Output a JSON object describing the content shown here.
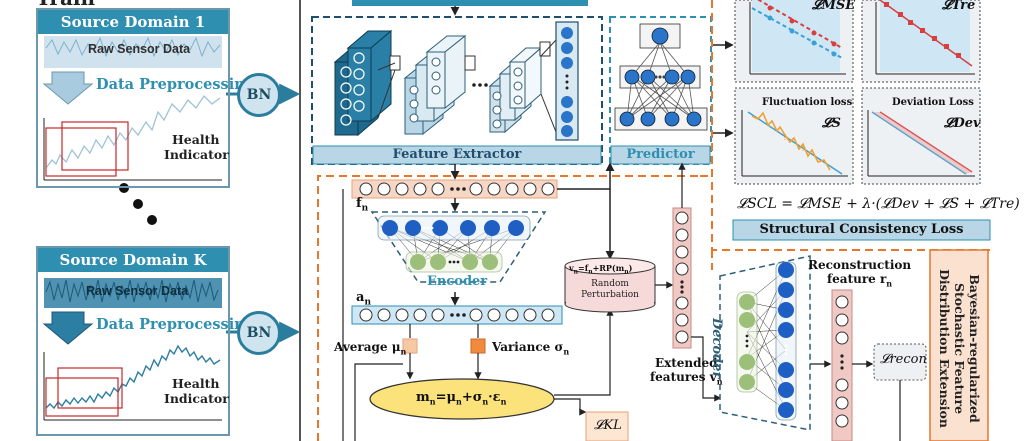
{
  "header_fragment": "Train",
  "source_domain_1": {
    "title": "Source Domain 1",
    "raw_label": "Raw Sensor Data",
    "preprocess_label": "Data Preprocessing",
    "health_label_line1": "Health",
    "health_label_line2": "Indicator"
  },
  "source_domain_k": {
    "title": "Source Domain K",
    "raw_label": "Raw Sensor Data",
    "preprocess_label": "Data Preprocessing",
    "health_label_line1": "Health",
    "health_label_line2": "Indicator"
  },
  "bn_label": "BN",
  "feature_extractor_label": "Feature Extractor",
  "predictor_label": "Predictor",
  "losses": {
    "mse": "𝓛MSE",
    "tre": "𝓛Tre",
    "fluctuation_title": "Fluctuation loss",
    "fluctuation_symbol": "𝓛S",
    "deviation_title": "Deviation Loss",
    "deviation_symbol": "𝓛Dev",
    "scl_formula": "𝓛SCL = 𝓛MSE + λ·(𝓛Dev + 𝓛S + 𝓛Tre)",
    "structural_label": "Structural Consistency  Loss"
  },
  "vae": {
    "f_label": "f",
    "f_sub": "n",
    "encoder_label": "Encoder",
    "a_label": "a",
    "a_sub": "n",
    "average_label": "Average μ",
    "average_sub": "n",
    "variance_label": "Variance σ",
    "variance_sub": "n",
    "m_formula": "m",
    "m_formula_rest": "=μ",
    "m_formula_tail": "+σ",
    "m_formula_end": "·ε",
    "kl_label": "𝓛KL",
    "perturb_formula": "v",
    "perturb_formula_rest": "=f",
    "perturb_formula_tail": "+RP(m",
    "perturb_title_line1": "Random",
    "perturb_title_line2": "Perturbation",
    "extended_line1": "Extended",
    "extended_line2": "features v",
    "decoder_label": "Decoder",
    "reconstruction_line1": "Reconstruction",
    "reconstruction_line2": "feature r",
    "recon_loss": "𝓛recon",
    "side_title": "Bayesian-regularized Stochastic Feature Distribution Extension"
  },
  "colors": {
    "accent_teal": "#2e8fb0",
    "dark_blue": "#1f4e6e",
    "orange": "#e8762d",
    "node_blue": "#2a74c9",
    "node_green": "#9cbf7a",
    "panel_pink": "#f0c9c4"
  }
}
